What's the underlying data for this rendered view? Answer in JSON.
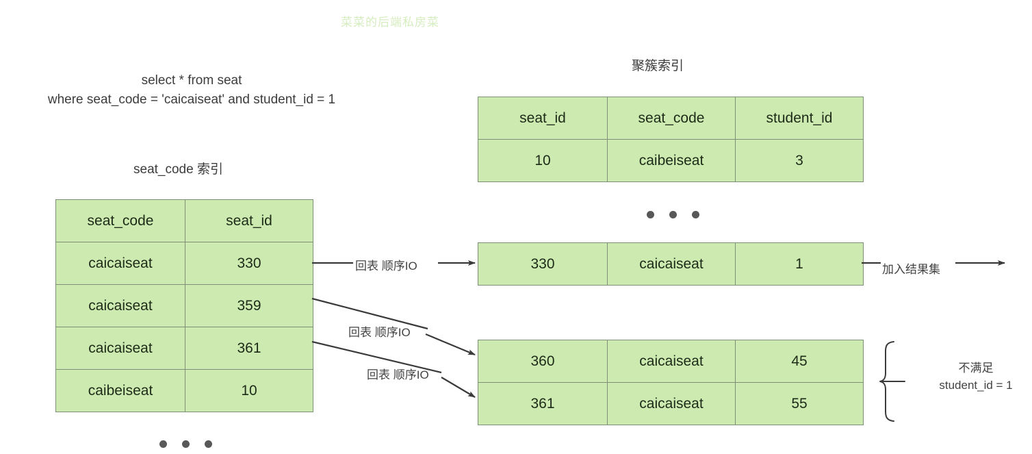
{
  "watermark": "菜菜的后端私房菜",
  "sql": {
    "line1": "select * from seat",
    "line2": "where seat_code = 'caicaiseat' and student_id = 1"
  },
  "seat_code_index": {
    "title": "seat_code 索引",
    "headers": [
      "seat_code",
      "seat_id"
    ],
    "rows": [
      [
        "caicaiseat",
        "330"
      ],
      [
        "caicaiseat",
        "359"
      ],
      [
        "caicaiseat",
        "361"
      ],
      [
        "caibeiseat",
        "10"
      ]
    ],
    "ellipsis": "•••"
  },
  "clustered_index": {
    "title": "聚簇索引",
    "headers": [
      "seat_id",
      "seat_code",
      "student_id"
    ],
    "rows": [
      [
        "10",
        "caibeiseat",
        "3"
      ]
    ],
    "ellipsis": "•••"
  },
  "matched_row": {
    "cells": [
      "330",
      "caicaiseat",
      "1"
    ]
  },
  "unmatched_rows": {
    "rows": [
      [
        "360",
        "caicaiseat",
        "45"
      ],
      [
        "361",
        "caicaiseat",
        "55"
      ]
    ]
  },
  "arrows": {
    "lookup_1": "回表 顺序IO",
    "lookup_2": "回表 顺序IO",
    "lookup_3": "回表 顺序IO",
    "result": "加入结果集"
  },
  "note": {
    "line1": "不满足",
    "line2": "student_id = 1"
  },
  "colors": {
    "cell_fill": "#cdeab0",
    "cell_border": "#7f8e76",
    "text": "#1d2b18",
    "watermark": "#d6edc0",
    "arrow": "#3a3a3a"
  }
}
